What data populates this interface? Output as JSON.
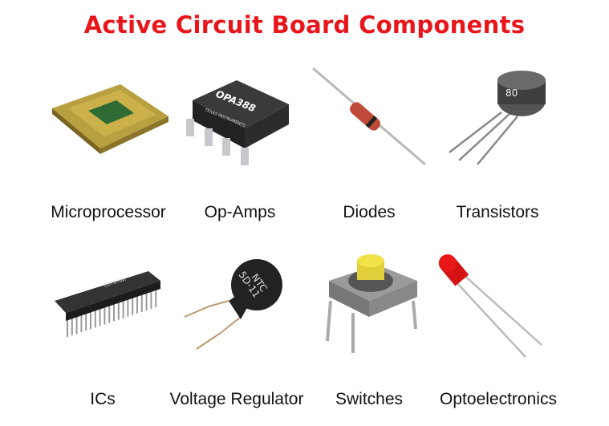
{
  "title": "Active Circuit Board Components",
  "components": [
    {
      "label": "Microprocessor",
      "icon": "microprocessor-icon"
    },
    {
      "label": "Op-Amps",
      "icon": "op-amp-chip-icon",
      "chip_text": "OPA388",
      "maker_text": "TEXAS INSTRUMENTS"
    },
    {
      "label": "Diodes",
      "icon": "diode-icon"
    },
    {
      "label": "Transistors",
      "icon": "transistor-icon",
      "marking": "80"
    },
    {
      "label": "ICs",
      "icon": "ic-chip-icon"
    },
    {
      "label": "Voltage Regulator",
      "icon": "ntc-thermistor-icon",
      "marking_line1": "NTC",
      "marking_line2": "5D-11"
    },
    {
      "label": "Switches",
      "icon": "tactile-switch-icon"
    },
    {
      "label": "Optoelectronics",
      "icon": "led-icon"
    }
  ],
  "colors": {
    "title": "#e8161b",
    "led": "#e81818",
    "switch_cap": "#f2e24a"
  }
}
